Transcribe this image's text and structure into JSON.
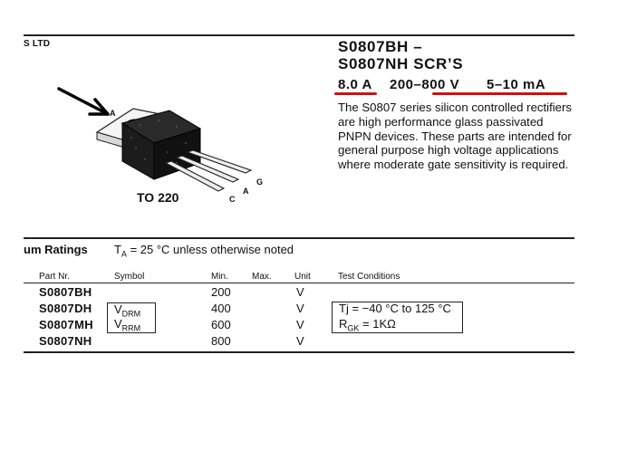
{
  "header": {
    "company": "S LTD",
    "title_line1": "S0807BH –",
    "title_line2": "S0807NH SCR’S"
  },
  "specs": {
    "current": "8.0 A",
    "voltage": "200–800 V",
    "gate_current": "5–10 mA"
  },
  "description": "The S0807 series silicon controlled rectifiers are high performance glass passivated PNPN devices. These parts are intended for general purpose high voltage applications where moderate gate sensitivity is required.",
  "figure": {
    "package_label": "TO 220",
    "pin_anode_tab": "A",
    "pin_c": "C",
    "pin_a": "A",
    "pin_g": "G"
  },
  "ratings": {
    "heading": "um Ratings",
    "condition_prefix": "T",
    "condition_sub": "A",
    "condition_rest": " = 25 °C unless otherwise noted"
  },
  "table": {
    "columns": {
      "part": "Part Nr.",
      "symbol": "Symbol",
      "min": "Min.",
      "max": "Max.",
      "unit": "Unit",
      "test": "Test Conditions"
    },
    "rows": [
      {
        "part": "S0807BH",
        "min": "200",
        "unit": "V"
      },
      {
        "part": "S0807DH",
        "min": "400",
        "unit": "V"
      },
      {
        "part": "S0807MH",
        "min": "600",
        "unit": "V"
      },
      {
        "part": "S0807NH",
        "min": "800",
        "unit": "V"
      }
    ],
    "symbol1_main": "V",
    "symbol1_sub": "DRM",
    "symbol2_main": "V",
    "symbol2_sub": "RRM",
    "test1": "Tj = −40 °C to 125 °C",
    "test2_main": "R",
    "test2_sub": "GK",
    "test2_rest": " = 1KΩ"
  }
}
